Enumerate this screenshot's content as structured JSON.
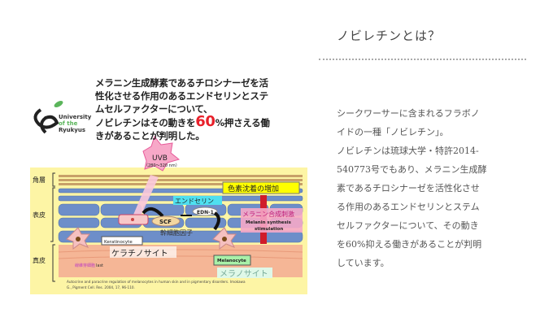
{
  "section": {
    "title": "ノビレチンとは？",
    "paragraph_lines": [
      "シークワーサーに含まれるフラボノ",
      "イドの一種「ノビレチン」。",
      "ノビレチンは琉球大学・特許2014-",
      "540773号でもあり、メラニン生成酵",
      "素であるチロシナーゼを活性化させ",
      "る作用のあるエンドセリンとステム",
      "セルファクターについて、その動き",
      "を60%抑える働きがあることが判明",
      "しています。"
    ]
  },
  "figure": {
    "logo": [
      "University",
      "of the",
      "Ryukyus"
    ],
    "headline": {
      "line1": "メラニン生成酵素であるチロシナーゼを活",
      "line2": "性化させる作用のあるエンドセリンとステ",
      "line3": "ムセルファクターについて、",
      "line4a": "ノビレチンはその動きを",
      "big": "60",
      "line4b": "%押さえる働",
      "line5": "きがあることが判明した。"
    },
    "uvb": "UVB",
    "uvb_range": "（280～320 nm）",
    "layers": [
      "角層",
      "表皮",
      "真皮"
    ],
    "labels": {
      "pigment": "色素沈着の増加",
      "endothelin": "エンドセリン",
      "edn": "EDN-1",
      "scf": "SCF",
      "stem": "幹細胞因子",
      "melanin_jp": "メラニン合成刺激",
      "melanin_en1": "Melanin synthesis",
      "melanin_en2": "stimulation",
      "keratinocyte": "Keratinocyte",
      "keratinocyte_jp": "ケラチノサイト",
      "melanocyte": "Melanocyte",
      "melanocyte_jp": "メラノサイト",
      "fibro": "線維芽細胞",
      "fibro_suffix": "last"
    },
    "citation1": "Autocrine and paracrine regulation of melanocytes in human skin and in pigmentary disorders. Imokawa",
    "citation2": "G., Pigment Cell. Res. 2004, 17, 96-110."
  }
}
